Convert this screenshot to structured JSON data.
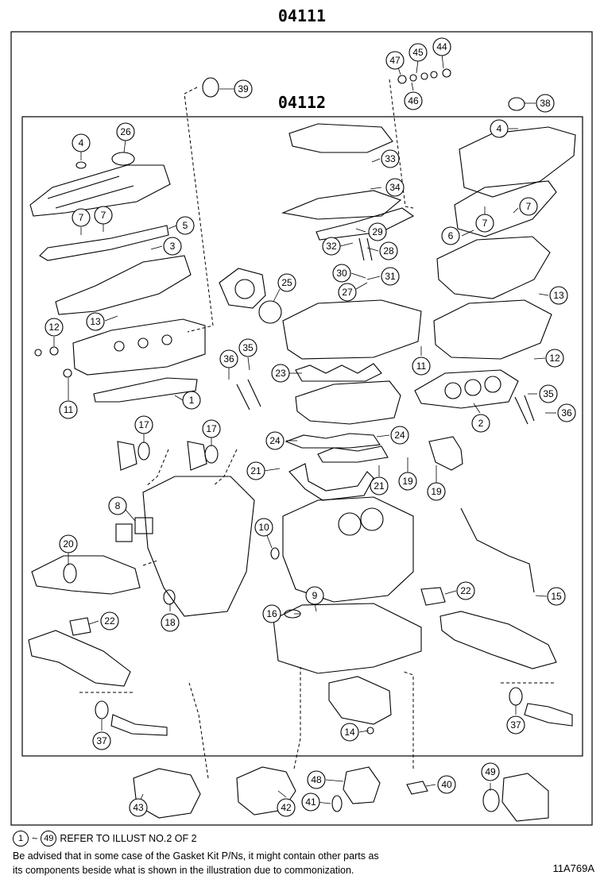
{
  "titles": {
    "outer": "04111",
    "inner": "04112"
  },
  "callouts": [
    {
      "id": "c1",
      "label": "1"
    },
    {
      "id": "c2",
      "label": "2"
    },
    {
      "id": "c3",
      "label": "3"
    },
    {
      "id": "c4a",
      "label": "4"
    },
    {
      "id": "c4b",
      "label": "4"
    },
    {
      "id": "c5",
      "label": "5"
    },
    {
      "id": "c6",
      "label": "6"
    },
    {
      "id": "c7a",
      "label": "7"
    },
    {
      "id": "c7b",
      "label": "7"
    },
    {
      "id": "c7c",
      "label": "7"
    },
    {
      "id": "c7d",
      "label": "7"
    },
    {
      "id": "c8",
      "label": "8"
    },
    {
      "id": "c9",
      "label": "9"
    },
    {
      "id": "c10",
      "label": "10"
    },
    {
      "id": "c11a",
      "label": "11"
    },
    {
      "id": "c11b",
      "label": "11"
    },
    {
      "id": "c12a",
      "label": "12"
    },
    {
      "id": "c12b",
      "label": "12"
    },
    {
      "id": "c13a",
      "label": "13"
    },
    {
      "id": "c13b",
      "label": "13"
    },
    {
      "id": "c14",
      "label": "14"
    },
    {
      "id": "c15",
      "label": "15"
    },
    {
      "id": "c16",
      "label": "16"
    },
    {
      "id": "c17a",
      "label": "17"
    },
    {
      "id": "c17b",
      "label": "17"
    },
    {
      "id": "c18",
      "label": "18"
    },
    {
      "id": "c19a",
      "label": "19"
    },
    {
      "id": "c19b",
      "label": "19"
    },
    {
      "id": "c20",
      "label": "20"
    },
    {
      "id": "c21a",
      "label": "21"
    },
    {
      "id": "c21b",
      "label": "21"
    },
    {
      "id": "c22a",
      "label": "22"
    },
    {
      "id": "c22b",
      "label": "22"
    },
    {
      "id": "c23",
      "label": "23"
    },
    {
      "id": "c24a",
      "label": "24"
    },
    {
      "id": "c24b",
      "label": "24"
    },
    {
      "id": "c25",
      "label": "25"
    },
    {
      "id": "c26",
      "label": "26"
    },
    {
      "id": "c27",
      "label": "27"
    },
    {
      "id": "c28",
      "label": "28"
    },
    {
      "id": "c29",
      "label": "29"
    },
    {
      "id": "c30",
      "label": "30"
    },
    {
      "id": "c31",
      "label": "31"
    },
    {
      "id": "c32",
      "label": "32"
    },
    {
      "id": "c33",
      "label": "33"
    },
    {
      "id": "c34",
      "label": "34"
    },
    {
      "id": "c35a",
      "label": "35"
    },
    {
      "id": "c35b",
      "label": "35"
    },
    {
      "id": "c36a",
      "label": "36"
    },
    {
      "id": "c36b",
      "label": "36"
    },
    {
      "id": "c37a",
      "label": "37"
    },
    {
      "id": "c37b",
      "label": "37"
    },
    {
      "id": "c38",
      "label": "38"
    },
    {
      "id": "c39",
      "label": "39"
    },
    {
      "id": "c40",
      "label": "40"
    },
    {
      "id": "c41",
      "label": "41"
    },
    {
      "id": "c42",
      "label": "42"
    },
    {
      "id": "c43",
      "label": "43"
    },
    {
      "id": "c44",
      "label": "44"
    },
    {
      "id": "c45",
      "label": "45"
    },
    {
      "id": "c46",
      "label": "46"
    },
    {
      "id": "c47",
      "label": "47"
    },
    {
      "id": "c48",
      "label": "48"
    },
    {
      "id": "c49",
      "label": "49"
    }
  ],
  "footer": {
    "refer_from": "1",
    "refer_tilde": "~",
    "refer_to": "49",
    "refer_text": "REFER TO ILLUST NO.2 OF 2",
    "advisory_line1": "Be advised that in some case of the Gasket Kit P/Ns,  it might contain other parts as",
    "advisory_line2": "its components beside what is shown in the illustration due to commonization.",
    "illustration_code": "11A769A"
  }
}
